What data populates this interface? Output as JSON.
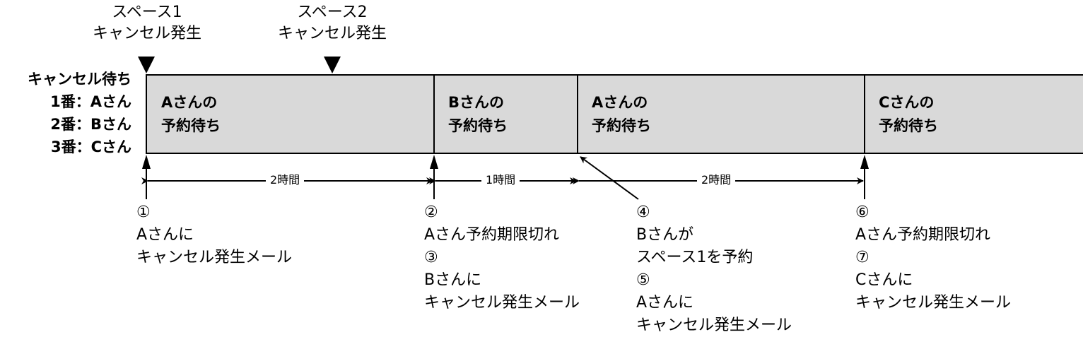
{
  "top_events": [
    {
      "line1": "スペース1",
      "line2": "キャンセル発生"
    },
    {
      "line1": "スペース2",
      "line2": "キャンセル発生"
    }
  ],
  "queue": {
    "title": "キャンセル待ち",
    "items": [
      "1番：Aさん",
      "2番：Bさん",
      "3番：Cさん"
    ]
  },
  "blocks": [
    {
      "line1": "Aさんの",
      "line2": "予約待ち"
    },
    {
      "line1": "Bさんの",
      "line2": "予約待ち"
    },
    {
      "line1": "Aさんの",
      "line2": "予約待ち"
    },
    {
      "line1": "Cさんの",
      "line2": "予約待ち"
    }
  ],
  "durations": [
    "2時間",
    "1時間",
    "2時間"
  ],
  "notes": [
    [
      "①",
      "Aさんに",
      "キャンセル発生メール"
    ],
    [
      "②",
      "Aさん予約期限切れ",
      "③",
      "Bさんに",
      "キャンセル発生メール"
    ],
    [
      "④",
      "Bさんが",
      "スペース1を予約",
      "⑤",
      "Aさんに",
      "キャンセル発生メール"
    ],
    [
      "⑥",
      "Aさん予約期限切れ",
      "⑦",
      "Cさんに",
      "キャンセル発生メール"
    ]
  ],
  "colors": {
    "bar_fill": "#d9d9d9",
    "stroke": "#000000"
  }
}
